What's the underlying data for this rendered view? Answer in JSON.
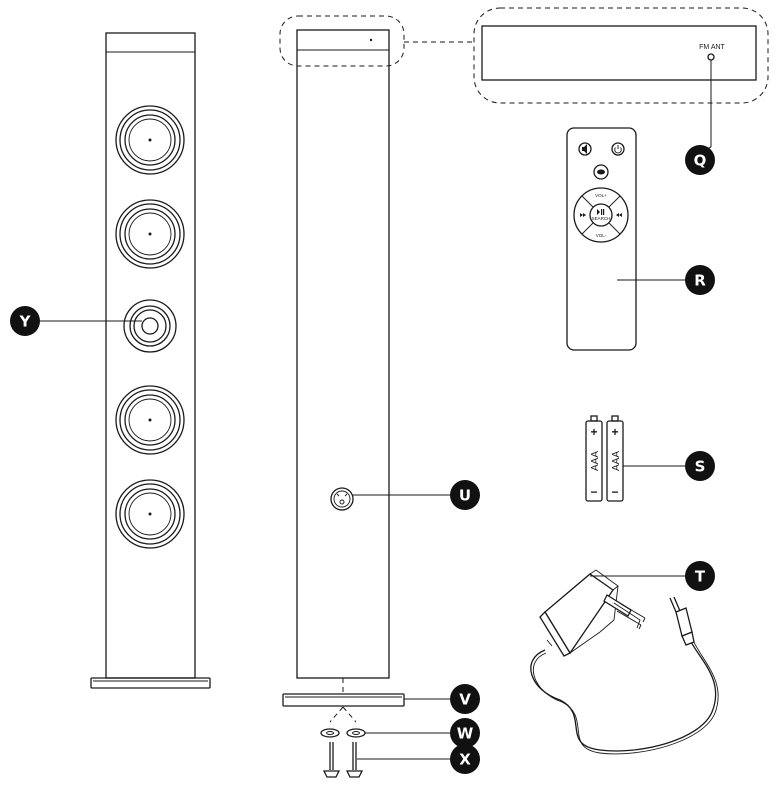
{
  "callouts": [
    "Q",
    "R",
    "S",
    "T",
    "U",
    "V",
    "W",
    "X",
    "Y"
  ],
  "fm_antenna_label": "FM ANT",
  "battery_label": "AAA",
  "battery_plus": "+",
  "battery_minus": "−",
  "remote_labels": {
    "vol_up": "VOL+",
    "vol_down": "VOL-",
    "search": "SEARCH"
  },
  "colors": {
    "line": "#1a1a1a",
    "badge": "#111111",
    "background": "#ffffff"
  }
}
